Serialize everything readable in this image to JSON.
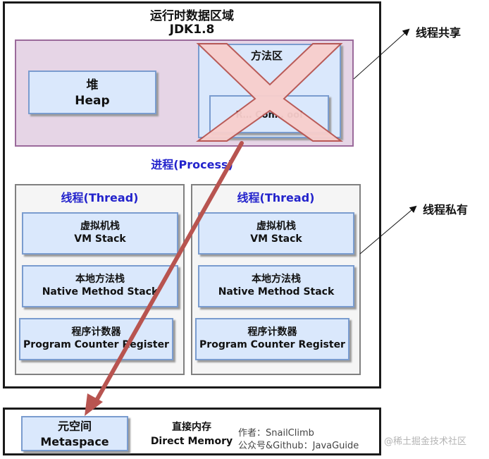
{
  "title": {
    "line1": "运行时数据区域",
    "line2": "JDK1.8"
  },
  "heap": {
    "cn": "堆",
    "en": "Heap"
  },
  "method_area": {
    "label": "方法区",
    "pool": "R… Con… ool",
    "crossed_out": true
  },
  "process_label": "进程(Process)",
  "threads": [
    {
      "title": "线程(Thread)",
      "vm_cn": "虚拟机栈",
      "vm_en": "VM Stack",
      "native_cn": "本地方法栈",
      "native_en": "Native Method Stack",
      "pc_cn": "程序计数器",
      "pc_en": "Program Counter Register"
    },
    {
      "title": "线程(Thread)",
      "vm_cn": "虚拟机栈",
      "vm_en": "VM Stack",
      "native_cn": "本地方法栈",
      "native_en": "Native Method Stack",
      "pc_cn": "程序计数器",
      "pc_en": "Program Counter Register"
    }
  ],
  "shared_label": "线程共享",
  "private_label": "线程私有",
  "metaspace": {
    "cn": "元空间",
    "en": "Metaspace"
  },
  "direct_memory": {
    "cn": "直接内存",
    "en": "Direct Memory"
  },
  "author": {
    "line1": "作者：SnailClimb",
    "line2": "公众号&Github：JavaGuide"
  },
  "watermark": "@稀土掘金技术社区",
  "colors": {
    "shared_bg": "#e6d5e6",
    "box_bg": "#dae8fc",
    "accent_blue": "#2323cc",
    "arrow": "#b85450",
    "cross_fill": "#f8cecc"
  }
}
